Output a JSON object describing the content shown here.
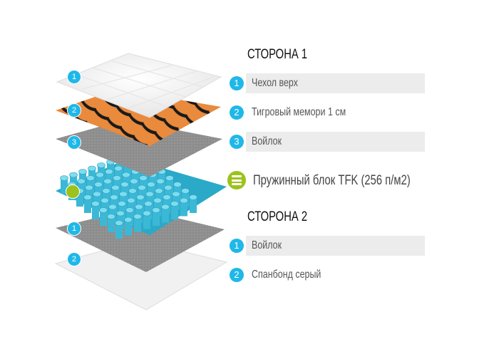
{
  "side1": {
    "title": "СТОРОНА 1",
    "items": [
      {
        "num": "1",
        "label": "Чехол верх"
      },
      {
        "num": "2",
        "label": "Тигровый мемори 1 см"
      },
      {
        "num": "3",
        "label": "Войлок"
      }
    ]
  },
  "spring_block": {
    "label": "Пружинный блок TFK (256 п/м2)",
    "icon": "spring-block-icon"
  },
  "side2": {
    "title": "СТОРОНА 2",
    "items": [
      {
        "num": "1",
        "label": "Войлок"
      },
      {
        "num": "2",
        "label": "Спанбонд серый"
      }
    ]
  },
  "colors": {
    "badge": "#1fb8e8",
    "spring_icon": "#9cc21b",
    "row_shade": "#ececec",
    "spring": "#4cc6e0",
    "felt": "#8a8a8a",
    "tiger": "#e8883a"
  }
}
